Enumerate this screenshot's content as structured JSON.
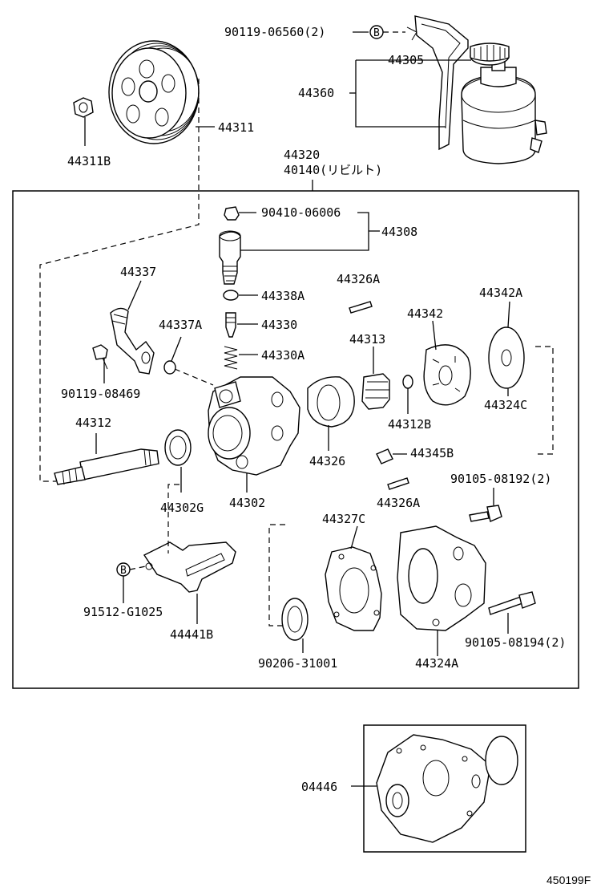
{
  "labels": {
    "p90119_06560": "90119-06560(2)",
    "p44305": "44305",
    "p44360": "44360",
    "p44311": "44311",
    "p44311b": "44311B",
    "p44320": "44320",
    "p40140": "40140(リビルト)",
    "p90410_06006": "90410-06006",
    "p44308": "44308",
    "p44337": "44337",
    "p44338a": "44338A",
    "p44326a_top": "44326A",
    "p44342a": "44342A",
    "p44342": "44342",
    "p44330": "44330",
    "p44337a": "44337A",
    "p44313": "44313",
    "p44330a": "44330A",
    "p90119_08469": "90119-08469",
    "p44324c": "44324C",
    "p44312": "44312",
    "p44312b": "44312B",
    "p44326": "44326",
    "p44345b": "44345B",
    "p90105_08192": "90105-08192(2)",
    "p44302g": "44302G",
    "p44302": "44302",
    "p44326a_bottom": "44326A",
    "p44327c": "44327C",
    "p91512_g1025": "91512-G1025",
    "p44441b": "44441B",
    "p90105_08194": "90105-08194(2)",
    "p90206_31001": "90206-31001",
    "p44324a": "44324A",
    "p04446": "04446",
    "circle_b_top": "B",
    "circle_b_bottom": "B",
    "footer_code": "450199F"
  }
}
